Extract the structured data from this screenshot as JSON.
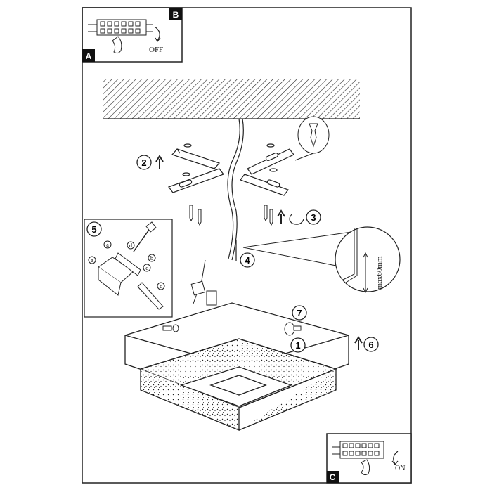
{
  "panels": {
    "a": {
      "letter": "A",
      "caption": "OFF"
    },
    "b": {
      "letter": "B"
    },
    "c": {
      "letter": "C",
      "caption": "ON"
    }
  },
  "steps": [
    {
      "id": "step-1",
      "label": "1"
    },
    {
      "id": "step-2",
      "label": "2"
    },
    {
      "id": "step-3",
      "label": "3"
    },
    {
      "id": "step-4",
      "label": "4"
    },
    {
      "id": "step-5",
      "label": "5"
    },
    {
      "id": "step-6",
      "label": "6"
    },
    {
      "id": "step-7",
      "label": "7"
    }
  ],
  "wire_detail": {
    "text": "max60mm"
  },
  "detail_letters": {
    "a": "a",
    "b": "b",
    "c": "c",
    "d": "d"
  }
}
